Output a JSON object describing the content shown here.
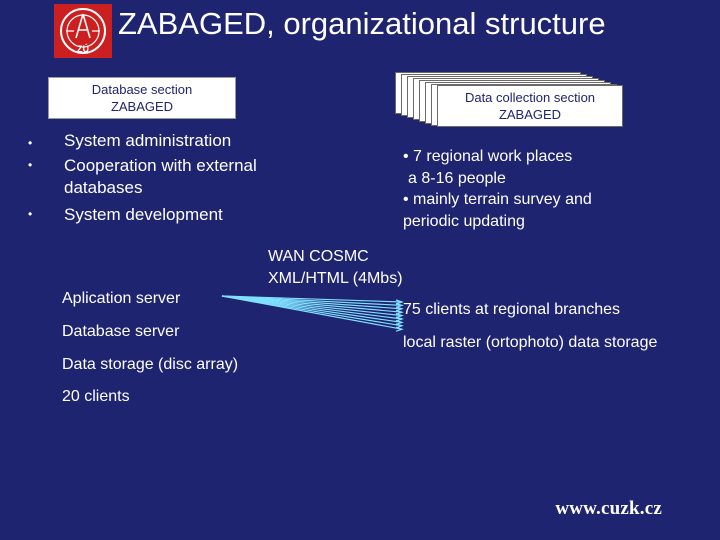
{
  "title": "ZABAGED, organizational structure",
  "logo_text": "ZÚ",
  "left_box": {
    "line1": "Database section",
    "line2": "ZABAGED"
  },
  "right_box": {
    "line1": "Data collection section",
    "line2": "ZABAGED"
  },
  "left_bullets": [
    {
      "bullet": "•",
      "line1": "System administration"
    },
    {
      "bullet": "•",
      "line1": "Cooperation with external",
      "line2": "databases"
    },
    {
      "bullet": "•",
      "line1": "System development"
    }
  ],
  "right_text": {
    "line1": "• 7 regional work places",
    "line2": "a 8-16 people",
    "line3": "• mainly terrain survey and",
    "line4": "periodic updating"
  },
  "wan": {
    "line1": "WAN COSMC",
    "line2": "XML/HTML (4Mbs)"
  },
  "left_list": [
    "Aplication server",
    "Database server",
    "Data storage (disc array)",
    "20 clients"
  ],
  "right_list": [
    "75 clients at regional branches",
    "local raster (ortophoto) data storage"
  ],
  "footer_url": "www.cuzk.cz",
  "colors": {
    "background": "#1f2470",
    "logo_red": "#cc1f1f",
    "link_lines": "#7fe0ff"
  }
}
